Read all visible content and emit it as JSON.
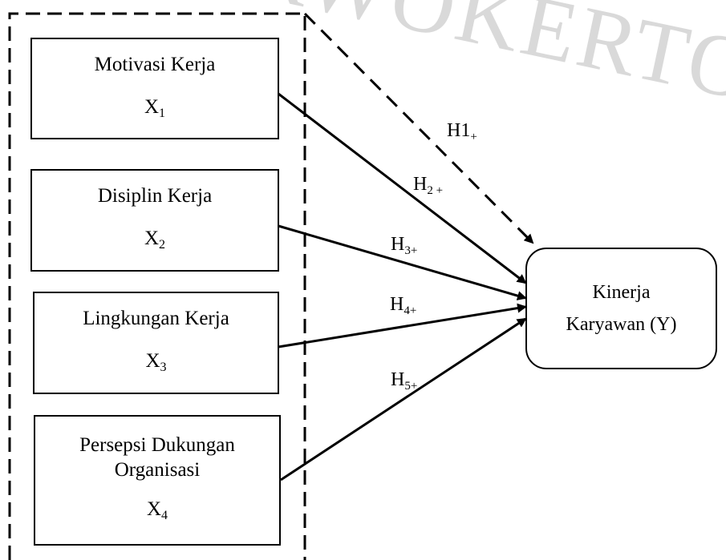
{
  "watermark": {
    "text": "PURWOKERTO"
  },
  "nodes": {
    "x1": {
      "label": "Motivasi Kerja",
      "var": "X",
      "sub": "1"
    },
    "x2": {
      "label": "Disiplin Kerja",
      "var": "X",
      "sub": "2"
    },
    "x3": {
      "label": "Lingkungan Kerja",
      "var": "X",
      "sub": "3"
    },
    "x4": {
      "label_line1": "Persepsi Dukungan",
      "label_line2": "Organisasi",
      "var": "X",
      "sub": "4"
    },
    "y": {
      "line1": "Kinerja",
      "line2": "Karyawan (Y)"
    }
  },
  "hypotheses": {
    "h1": {
      "main": "H1",
      "sub": "+"
    },
    "h2": {
      "main": "H",
      "sub": "2 +"
    },
    "h3": {
      "main": "H",
      "sub": "3+"
    },
    "h4": {
      "main": "H",
      "sub": "4+"
    },
    "h5": {
      "main": "H",
      "sub": "5+"
    }
  },
  "colors": {
    "stroke": "#000000",
    "watermark": "#d9d9d9"
  }
}
